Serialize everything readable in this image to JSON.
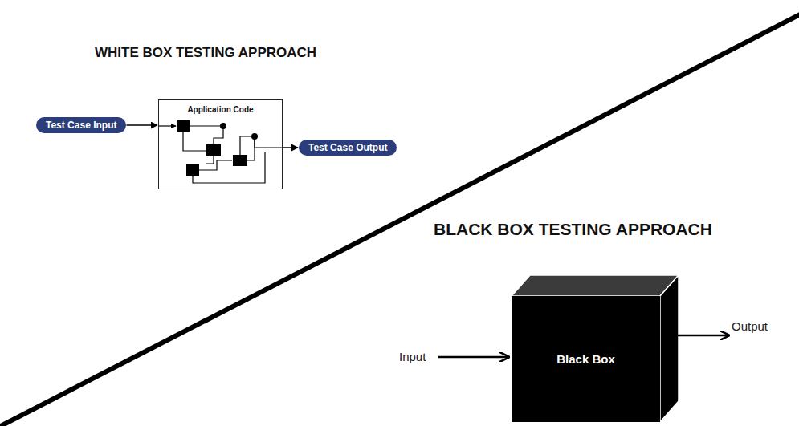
{
  "diagram": {
    "nodes": [
      {
        "text": [
          "Test Case Input"
        ]
      },
      {
        "text": [
          "Application Code"
        ]
      },
      {
        "text": [
          "Test Case Output"
        ]
      },
      {
        "text": [
          "Black Box"
        ]
      }
    ],
    "edges": [
      {
        "from": 0,
        "to": 1,
        "arrow": "to"
      },
      {
        "from": 1,
        "to": 2,
        "arrow": "to"
      }
    ],
    "labels": [
      "WHITE BOX TESTING APPROACH",
      "BLACK BOX TESTING APPROACH",
      "Input",
      "Output"
    ]
  }
}
